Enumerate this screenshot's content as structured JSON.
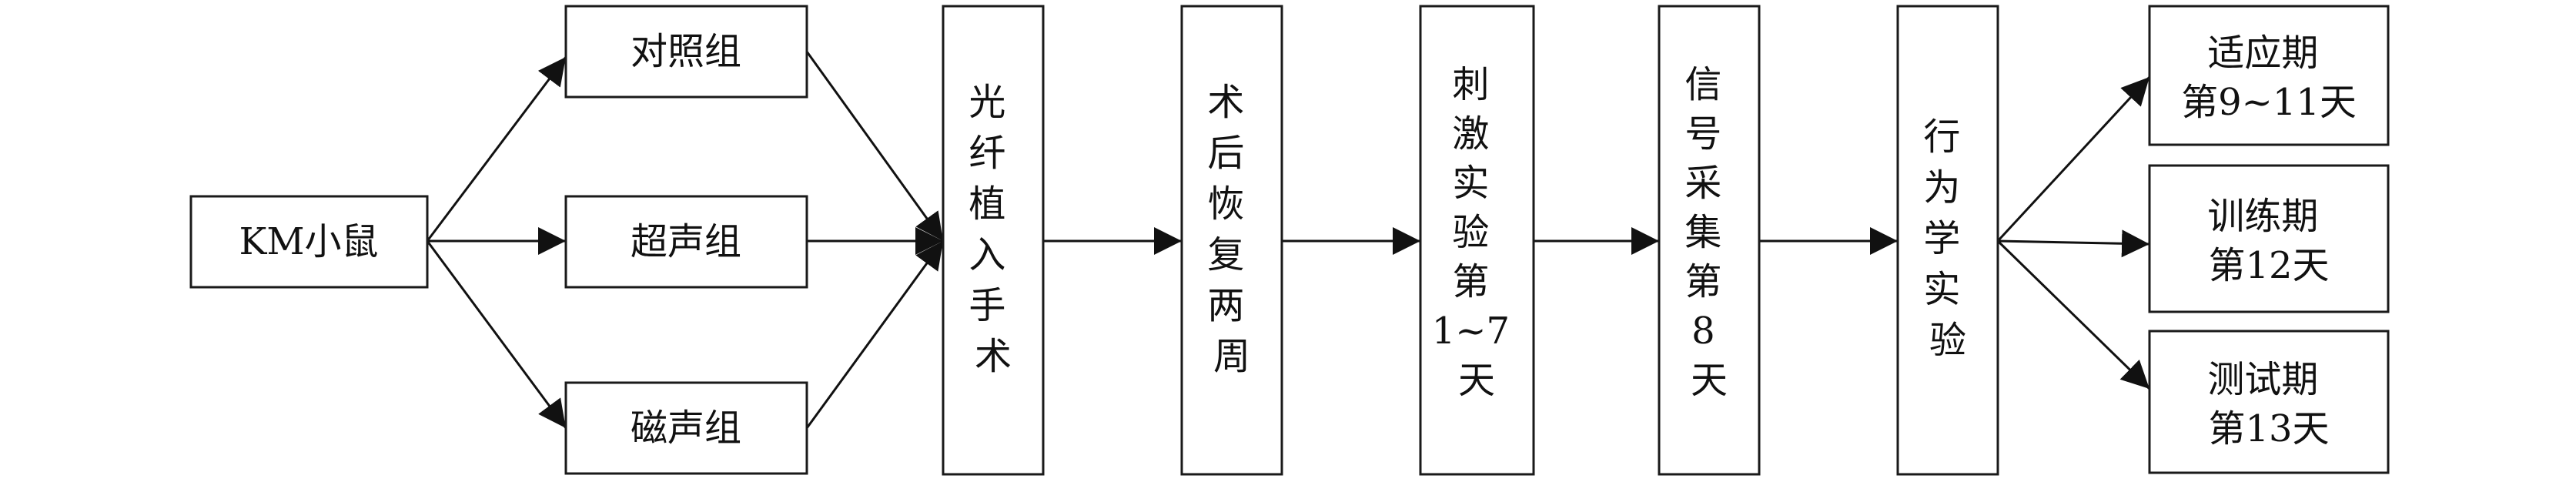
{
  "nodes": {
    "mouse": "KM小鼠",
    "control": "对照组",
    "ultrasound": "超声组",
    "magnetic": "磁声组",
    "implant": [
      "光",
      "纤",
      "植",
      "入",
      "手",
      "术"
    ],
    "recovery": [
      "术",
      "后",
      "恢",
      "复",
      "两",
      "周"
    ],
    "stimulate": [
      "刺",
      "激",
      "实",
      "验",
      "第",
      "1~7",
      "天"
    ],
    "signal": [
      "信",
      "号",
      "采",
      "集",
      "第",
      "8",
      "天"
    ],
    "behavior": [
      "行",
      "为",
      "学",
      "实",
      "验"
    ],
    "adapt": [
      "适应期",
      "第9~11天"
    ],
    "train": [
      "训练期",
      "第12天"
    ],
    "test": [
      "测试期",
      "第13天"
    ]
  },
  "colors": {
    "stroke": "#111111",
    "background": "#ffffff"
  }
}
